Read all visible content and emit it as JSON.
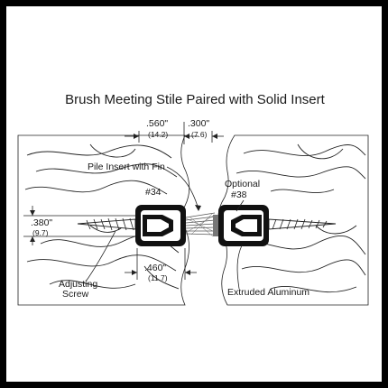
{
  "title": "Brush Meeting Stile Paired with Solid Insert",
  "dimensions": {
    "top_left": {
      "value": ".560\"",
      "metric": "(14.2)"
    },
    "top_right": {
      "value": ".300\"",
      "metric": "(7.6)"
    },
    "left_height": {
      "value": ".380\"",
      "metric": "(9.7)"
    },
    "bottom": {
      "value": ".460\"",
      "metric": "(11.7)"
    }
  },
  "labels": {
    "pile_insert": "Pile Insert with Fin",
    "part_left": "#34",
    "optional": "Optional",
    "part_right": "#38",
    "adjusting": "Adjusting",
    "screw": "Screw",
    "extruded": "Extruded Aluminum"
  },
  "colors": {
    "line": "#222222",
    "frame": "#000000",
    "brush": "#555555"
  }
}
